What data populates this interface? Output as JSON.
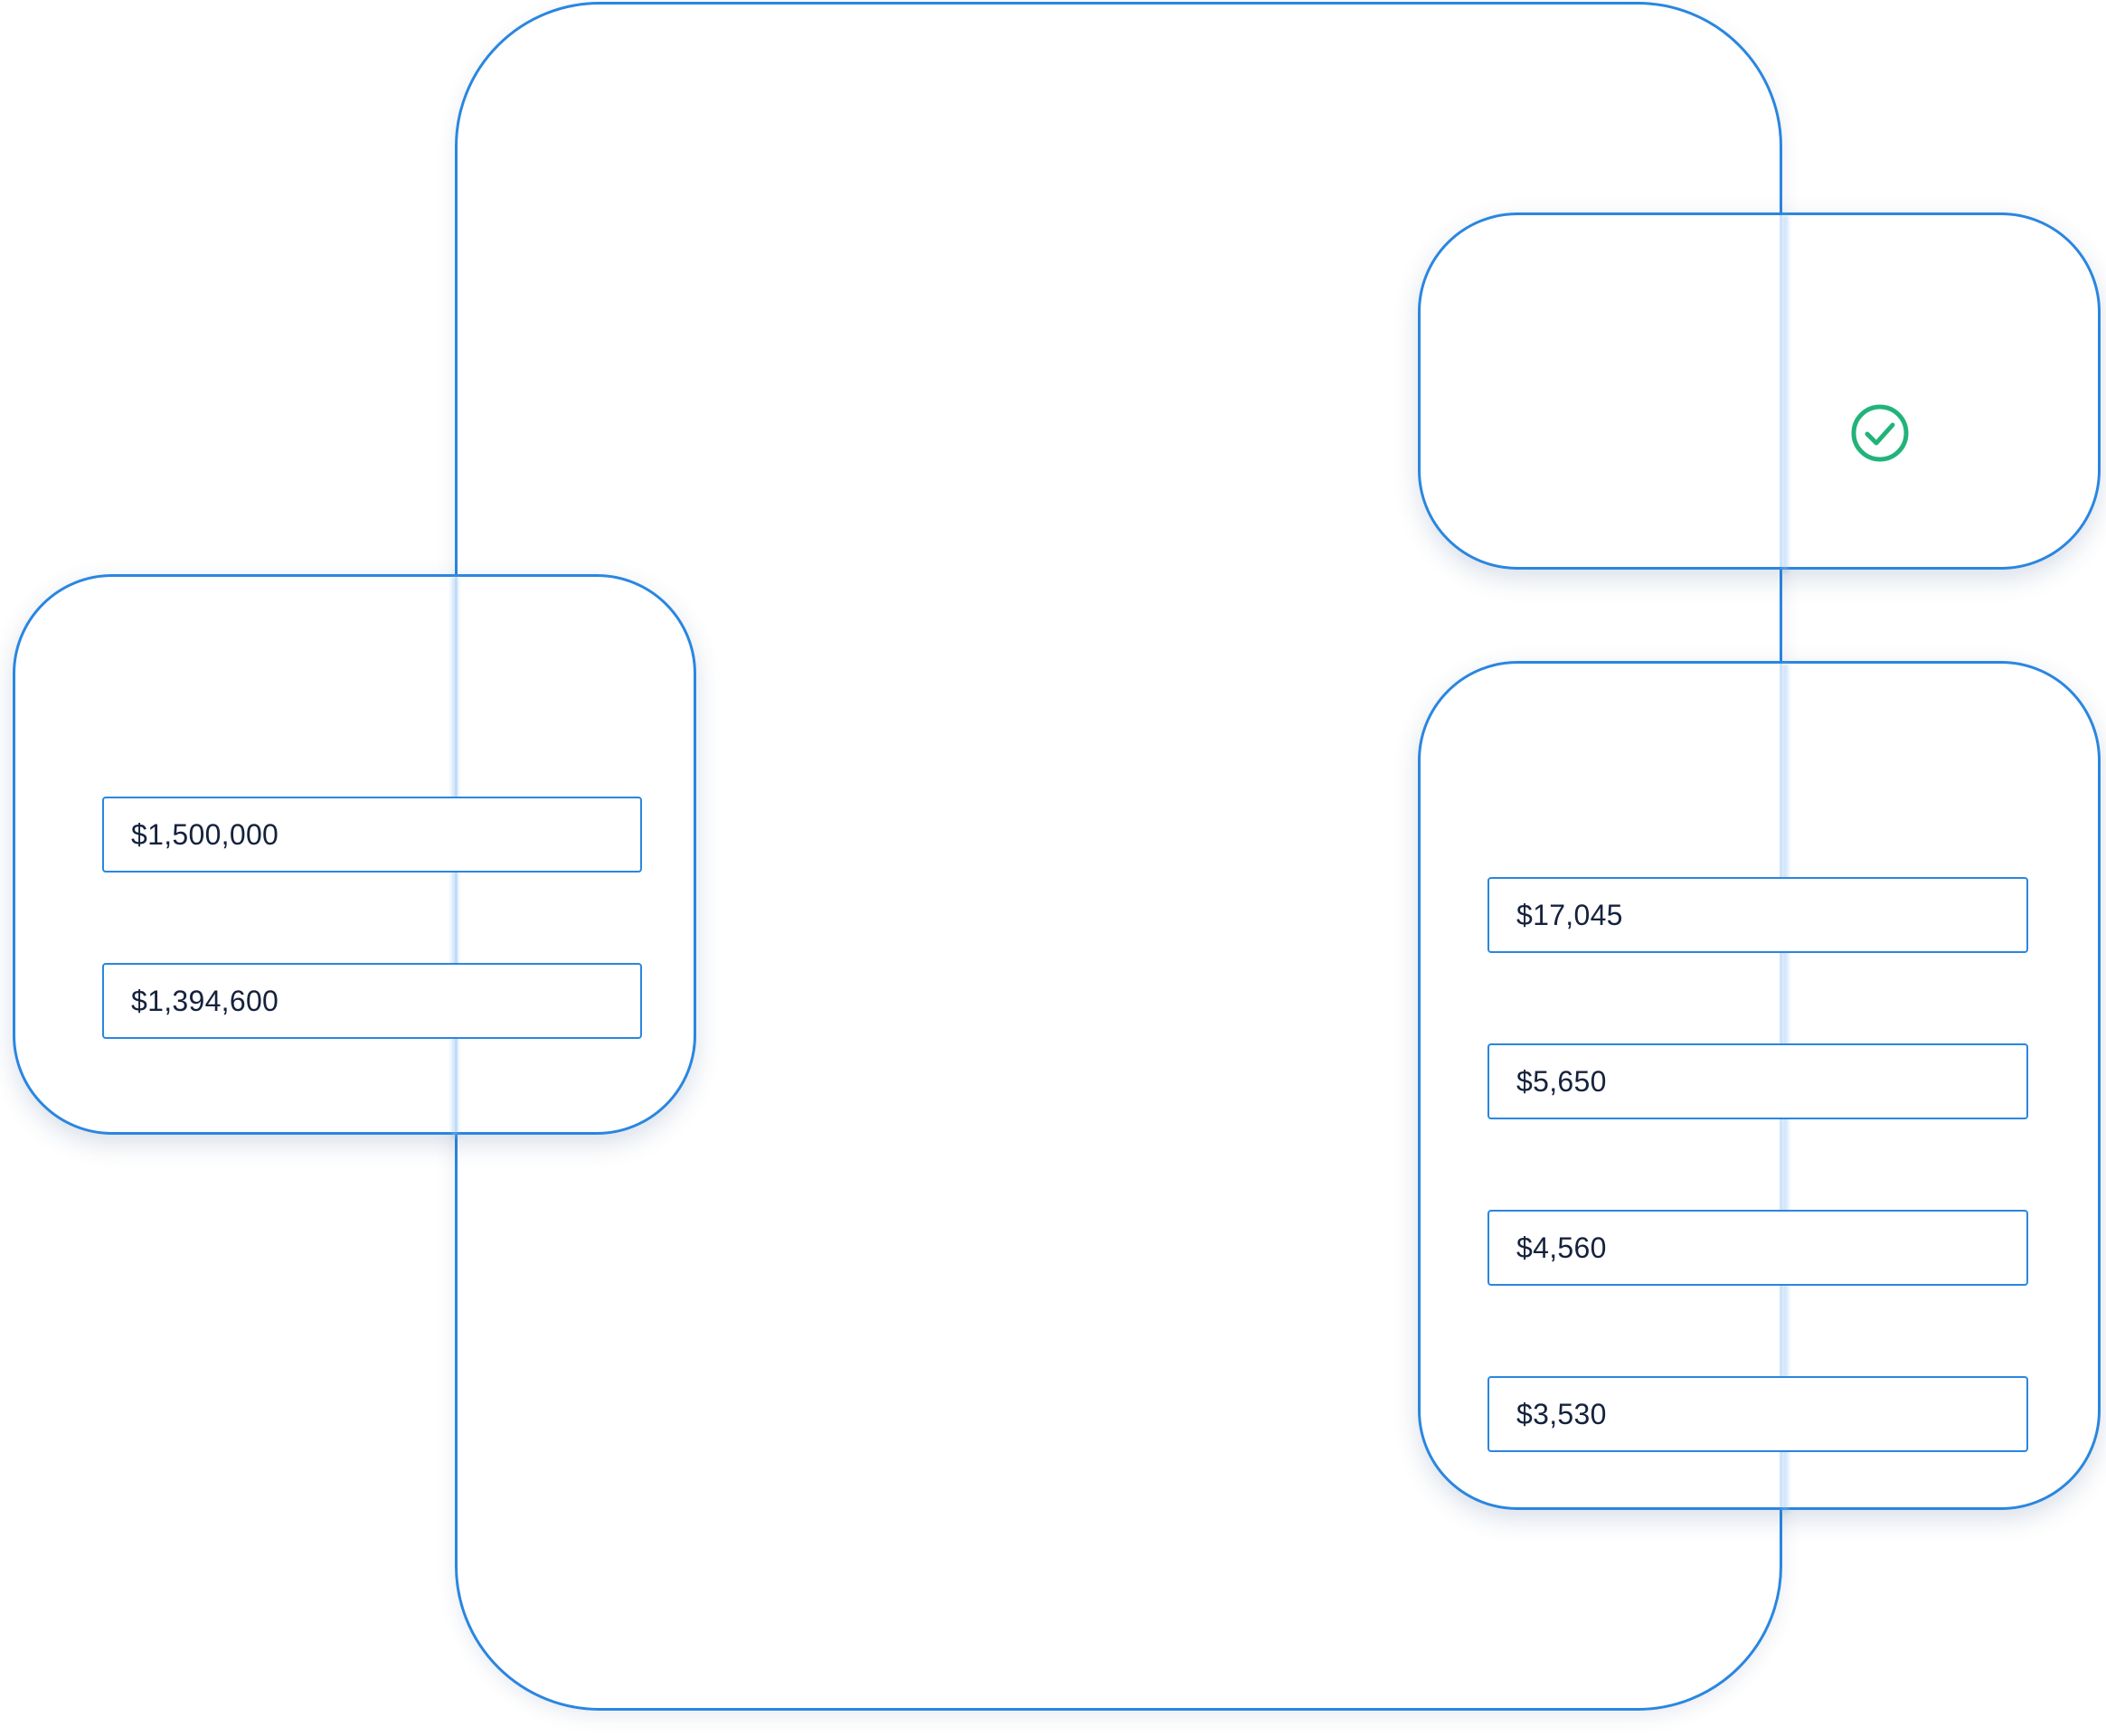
{
  "colors": {
    "accent": "#2a86e0",
    "success": "#22b37a",
    "text": "#15223d"
  },
  "left_card": {
    "fields": [
      {
        "value": "$1,500,000"
      },
      {
        "value": "$1,394,600"
      }
    ]
  },
  "status_card": {
    "icon": "check-circle-icon"
  },
  "right_card": {
    "fields": [
      {
        "value": "$17,045"
      },
      {
        "value": "$5,650"
      },
      {
        "value": "$4,560"
      },
      {
        "value": "$3,530"
      }
    ]
  }
}
